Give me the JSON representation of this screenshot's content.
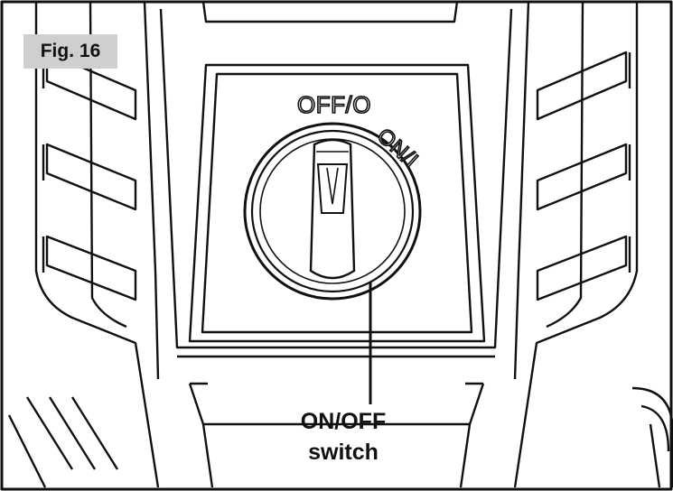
{
  "figure_label": "Fig. 16",
  "dial": {
    "off_mark": "OFF/O",
    "on_mark": "ON/I"
  },
  "callout": {
    "line1": "ON/OFF",
    "line2": "switch"
  }
}
